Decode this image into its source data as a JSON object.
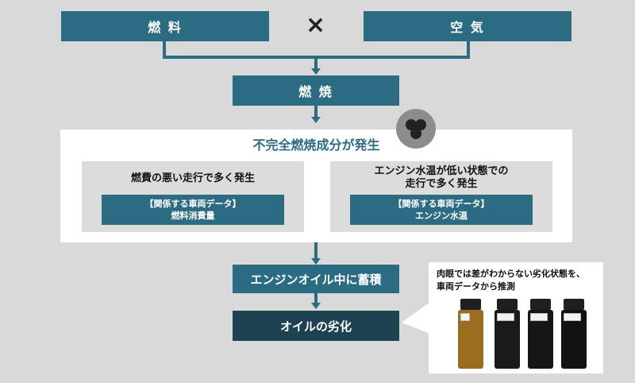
{
  "top": {
    "fuel_label": "燃 料",
    "times_symbol": "×",
    "air_label": "空 気"
  },
  "combustion_label": "燃 焼",
  "incomplete": {
    "title": "不完全燃焼成分が発生",
    "left": {
      "title": "燃費の悪い走行で多く発生",
      "data_heading": "【関係する車両データ】",
      "data_value": "燃料消費量"
    },
    "right": {
      "title_line1": "エンジン水温が低い状態での",
      "title_line2": "走行で多く発生",
      "data_heading": "【関係する車両データ】",
      "data_value": "エンジン水温"
    }
  },
  "accumulation_label": "エンジンオイル中に蓄積",
  "degradation_label": "オイルの劣化",
  "callout": {
    "line1": "肉眼では差がわからない劣化状態を、",
    "line2": "車両データから推測"
  },
  "colors": {
    "teal": "#2b6c82",
    "dark_teal": "#1d4252",
    "background": "#d9d9d9"
  },
  "icons": {
    "times": "multiplication-sign",
    "particles": "molecule-icon"
  }
}
